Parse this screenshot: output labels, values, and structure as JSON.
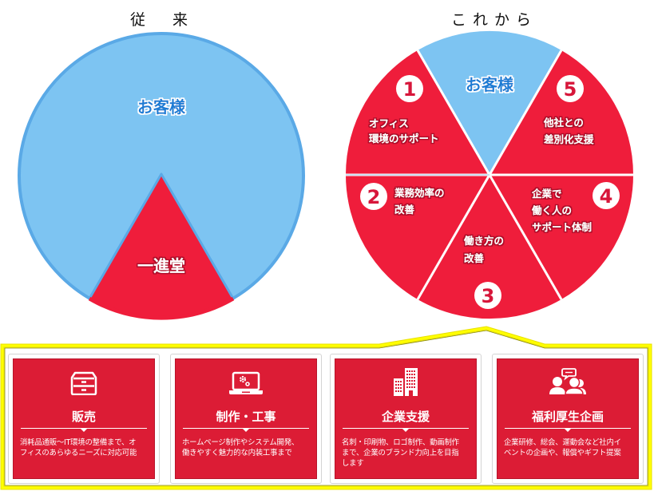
{
  "titles": {
    "left": "従 来",
    "right": "これから"
  },
  "colors": {
    "customer_blue": "#7dc4f2",
    "customer_blue_border": "#5aa9e6",
    "brand_red": "#ef1d3b",
    "card_red": "#dc1c35",
    "frame_yellow": "#ffff00",
    "label_blue": "#1a7bd4"
  },
  "chart_data": [
    {
      "type": "pie",
      "title": "従来",
      "slices": [
        {
          "label": "お客様",
          "share_deg": 300,
          "color": "#7dc4f2"
        },
        {
          "label": "一進堂",
          "share_deg": 60,
          "color": "#ef1d3b"
        }
      ]
    },
    {
      "type": "pie",
      "title": "これから",
      "slices": [
        {
          "label": "お客様",
          "number": "",
          "share_deg": 60,
          "color": "#7dc4f2"
        },
        {
          "number": "5",
          "label": "他社との差別化支援",
          "share_deg": 60,
          "color": "#ef1d3b"
        },
        {
          "number": "4",
          "label": "企業で働く人のサポート体制",
          "share_deg": 60,
          "color": "#ef1d3b"
        },
        {
          "number": "3",
          "label": "働き方の改善",
          "share_deg": 60,
          "color": "#ef1d3b"
        },
        {
          "number": "2",
          "label": "業務効率の改善",
          "share_deg": 60,
          "color": "#ef1d3b"
        },
        {
          "number": "1",
          "label": "オフィス環境のサポート",
          "share_deg": 60,
          "color": "#ef1d3b"
        }
      ]
    }
  ],
  "left_pie": {
    "customer_label": "お客様",
    "company_label": "一進堂"
  },
  "right_pie": {
    "customer_label": "お客様",
    "segments": [
      {
        "number": "1",
        "line1": "オフィス",
        "line2": "環境のサポート",
        "line3": ""
      },
      {
        "number": "2",
        "line1": "業務効率の",
        "line2": "改善",
        "line3": ""
      },
      {
        "number": "3",
        "line1": "働き方の",
        "line2": "改善",
        "line3": ""
      },
      {
        "number": "4",
        "line1": "企業で",
        "line2": "働く人の",
        "line3": "サポート体制"
      },
      {
        "number": "5",
        "line1": "他社との",
        "line2": "差別化支援",
        "line3": ""
      }
    ]
  },
  "cards": [
    {
      "icon": "drawer-cabinet-icon",
      "title": "販売",
      "desc_lines": [
        "消耗品通販〜IT環境の整備まで、オ",
        "フィスのあらゆるニーズに対応可能",
        ""
      ]
    },
    {
      "icon": "laptop-gear-icon",
      "title": "制作・工事",
      "desc_lines": [
        "ホームページ制作やシステム開発、",
        "働きやすく魅力的な内装工事まで",
        ""
      ]
    },
    {
      "icon": "office-buildings-icon",
      "title": "企業支援",
      "desc_lines": [
        "名刺・印刷物、ロゴ制作、動画制作",
        "まで、企業のブランド力向上を目指",
        "します"
      ]
    },
    {
      "icon": "people-chat-icon",
      "title": "福利厚生企画",
      "desc_lines": [
        "企業研修、総会、運動会など社内イ",
        "ベントの企画や、報償やギフト提案",
        ""
      ]
    }
  ]
}
